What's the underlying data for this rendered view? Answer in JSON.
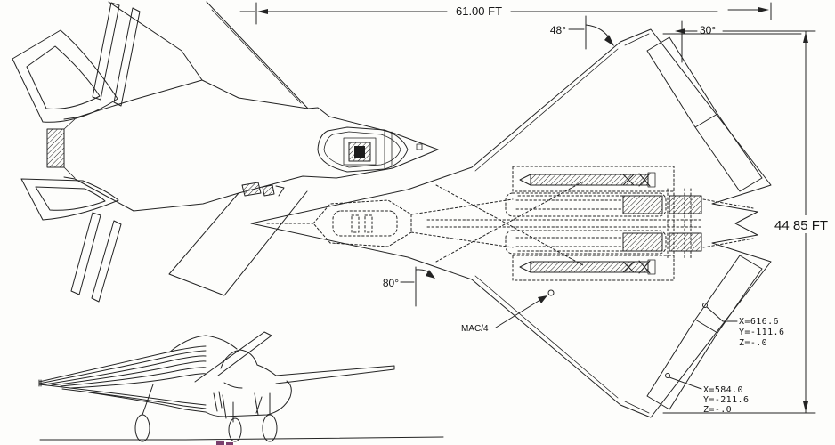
{
  "colors": {
    "ink": "#232323",
    "paper": "#fdfdfb",
    "clip_mark": "#7a3f6d"
  },
  "dimensions": {
    "overall_length": "61.00 FT",
    "overall_span": "44 85 FT",
    "leading_edge_sweep": "48°",
    "tip_sweep": "30°",
    "inboard_le_angle": "80°"
  },
  "annotations": {
    "mac_quarter": "MAC/4",
    "aft_point": {
      "x": "X=616.6",
      "y": "Y=-111.6",
      "z": "Z=-.0"
    },
    "fwd_point": {
      "x": "X=584.0",
      "y": "Y=-211.6",
      "z": "Z=-.0"
    }
  }
}
